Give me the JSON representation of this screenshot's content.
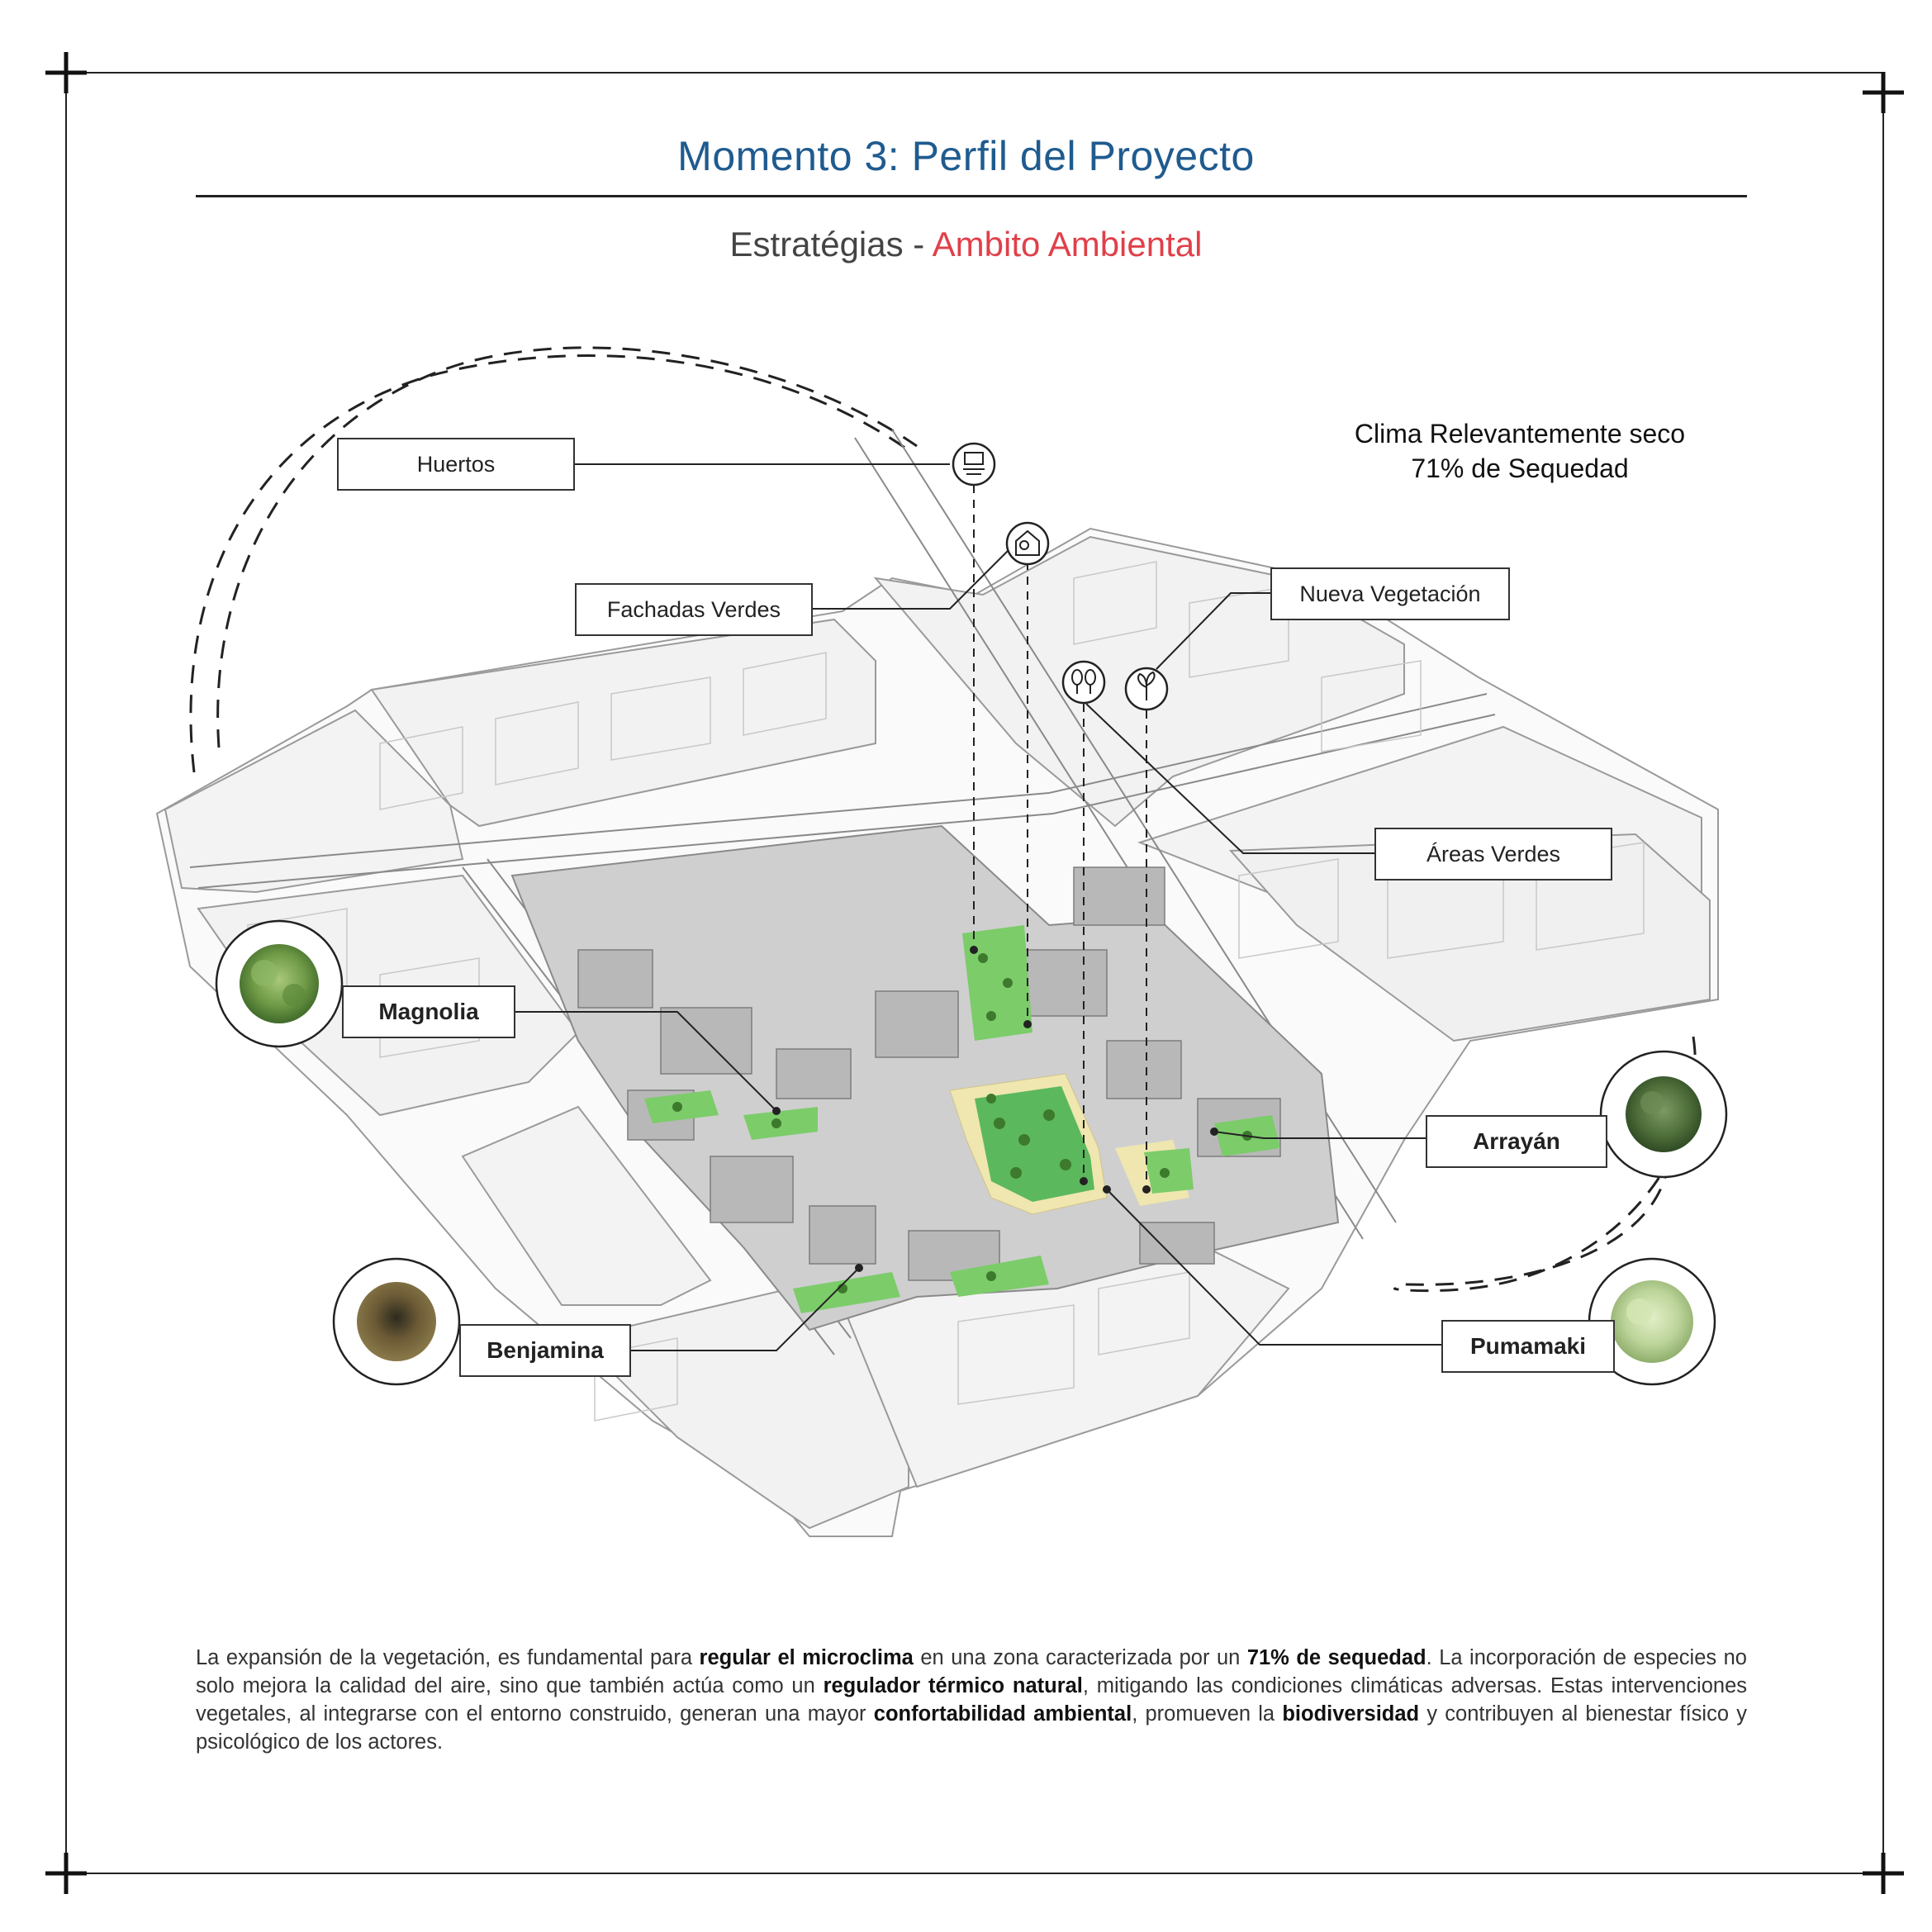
{
  "header": {
    "title": "Momento 3: Perfil del Proyecto",
    "subtitle_prefix": "Estratégias - ",
    "subtitle_accent": "Ambito Ambiental"
  },
  "climate": {
    "line1": "Clima Relevantemente seco",
    "line2": "71% de Sequedad"
  },
  "strategies": {
    "huertos": "Huertos",
    "fachadas": "Fachadas Verdes",
    "nueva_vegetacion": "Nueva Vegetación",
    "areas_verdes": "Áreas Verdes"
  },
  "species": {
    "magnolia": "Magnolia",
    "benjamina": "Benjamina",
    "arrayan": "Arrayán",
    "pumamaki": "Pumamaki"
  },
  "paragraph": {
    "p1": "La expansión de la vegetación, es fundamental para ",
    "b1": "regular el microclima",
    "p2": " en una zona caracterizada por un ",
    "b2": "71% de sequedad",
    "p3": ". La incorporación de especies no solo mejora la calidad del aire, sino que también actúa como un ",
    "b3": "regulador térmico natural",
    "p4": ", mitigando las condiciones climáticas adversas. Estas intervenciones vegetales, al integrarse con el entorno construido, generan una mayor ",
    "b4": "confortabilidad ambiental",
    "p5": ", promueven la ",
    "b5": "biodiversidad",
    "p6": " y contribuyen al bienestar físico y psicológico de los actores."
  },
  "colors": {
    "title": "#1f5b8f",
    "accent": "#e0404a",
    "green_area": "#5cb85c",
    "plaza": "#efe6b0"
  },
  "icons": [
    "huertos-icon",
    "fachadas-verdes-icon",
    "areas-verdes-icon",
    "nueva-vegetacion-icon"
  ]
}
